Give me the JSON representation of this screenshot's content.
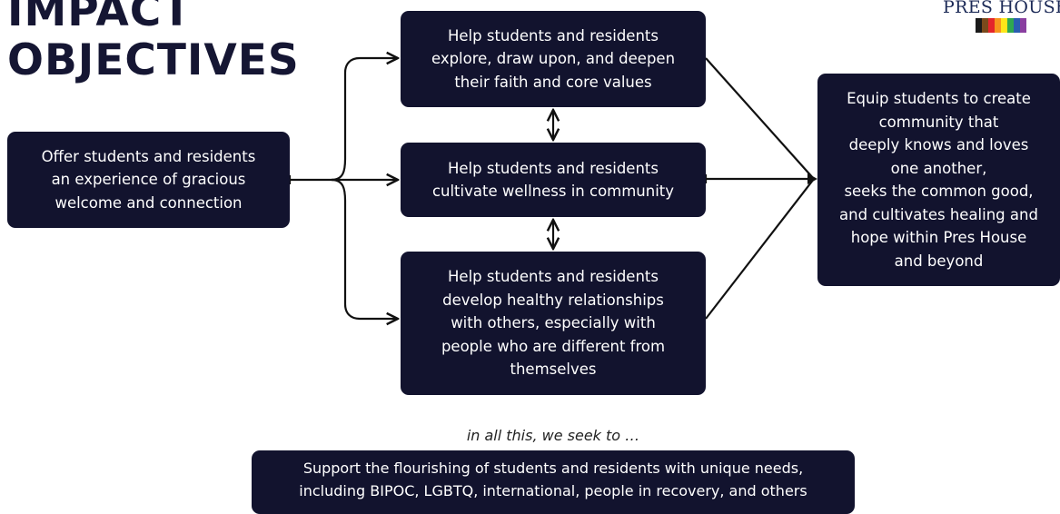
{
  "title": {
    "line1": "IMPACT",
    "line2": "OBJECTIVES"
  },
  "logo": {
    "text": "PRES HOUSE",
    "stripe_colors": [
      "#1a1a1a",
      "#7a4a1c",
      "#e4252b",
      "#f7941d",
      "#fde619",
      "#2fa84f",
      "#2a5db0",
      "#8a3fa0"
    ]
  },
  "boxes": {
    "offer": "Offer students and residents\nan experience of gracious\nwelcome and connection",
    "faith": "Help students and residents\nexplore, draw upon, and deepen\ntheir faith and core values",
    "wellness": "Help students and residents\ncultivate wellness in community",
    "relations": "Help students and residents\ndevelop healthy relationships\nwith others, especially with\npeople who are different from\nthemselves",
    "equip": "Equip students to create\ncommunity that\ndeeply knows and loves\none another,\nseeks the common good,\nand cultivates healing and\nhope within Pres House\nand beyond",
    "support": "Support the flourishing of students and residents with unique needs,\nincluding BIPOC, LGBTQ, international, people in recovery, and others"
  },
  "seek_text": "in all this, we seek to …",
  "colors": {
    "box_bg": "#12132e",
    "title": "#151633",
    "line": "#111111"
  }
}
